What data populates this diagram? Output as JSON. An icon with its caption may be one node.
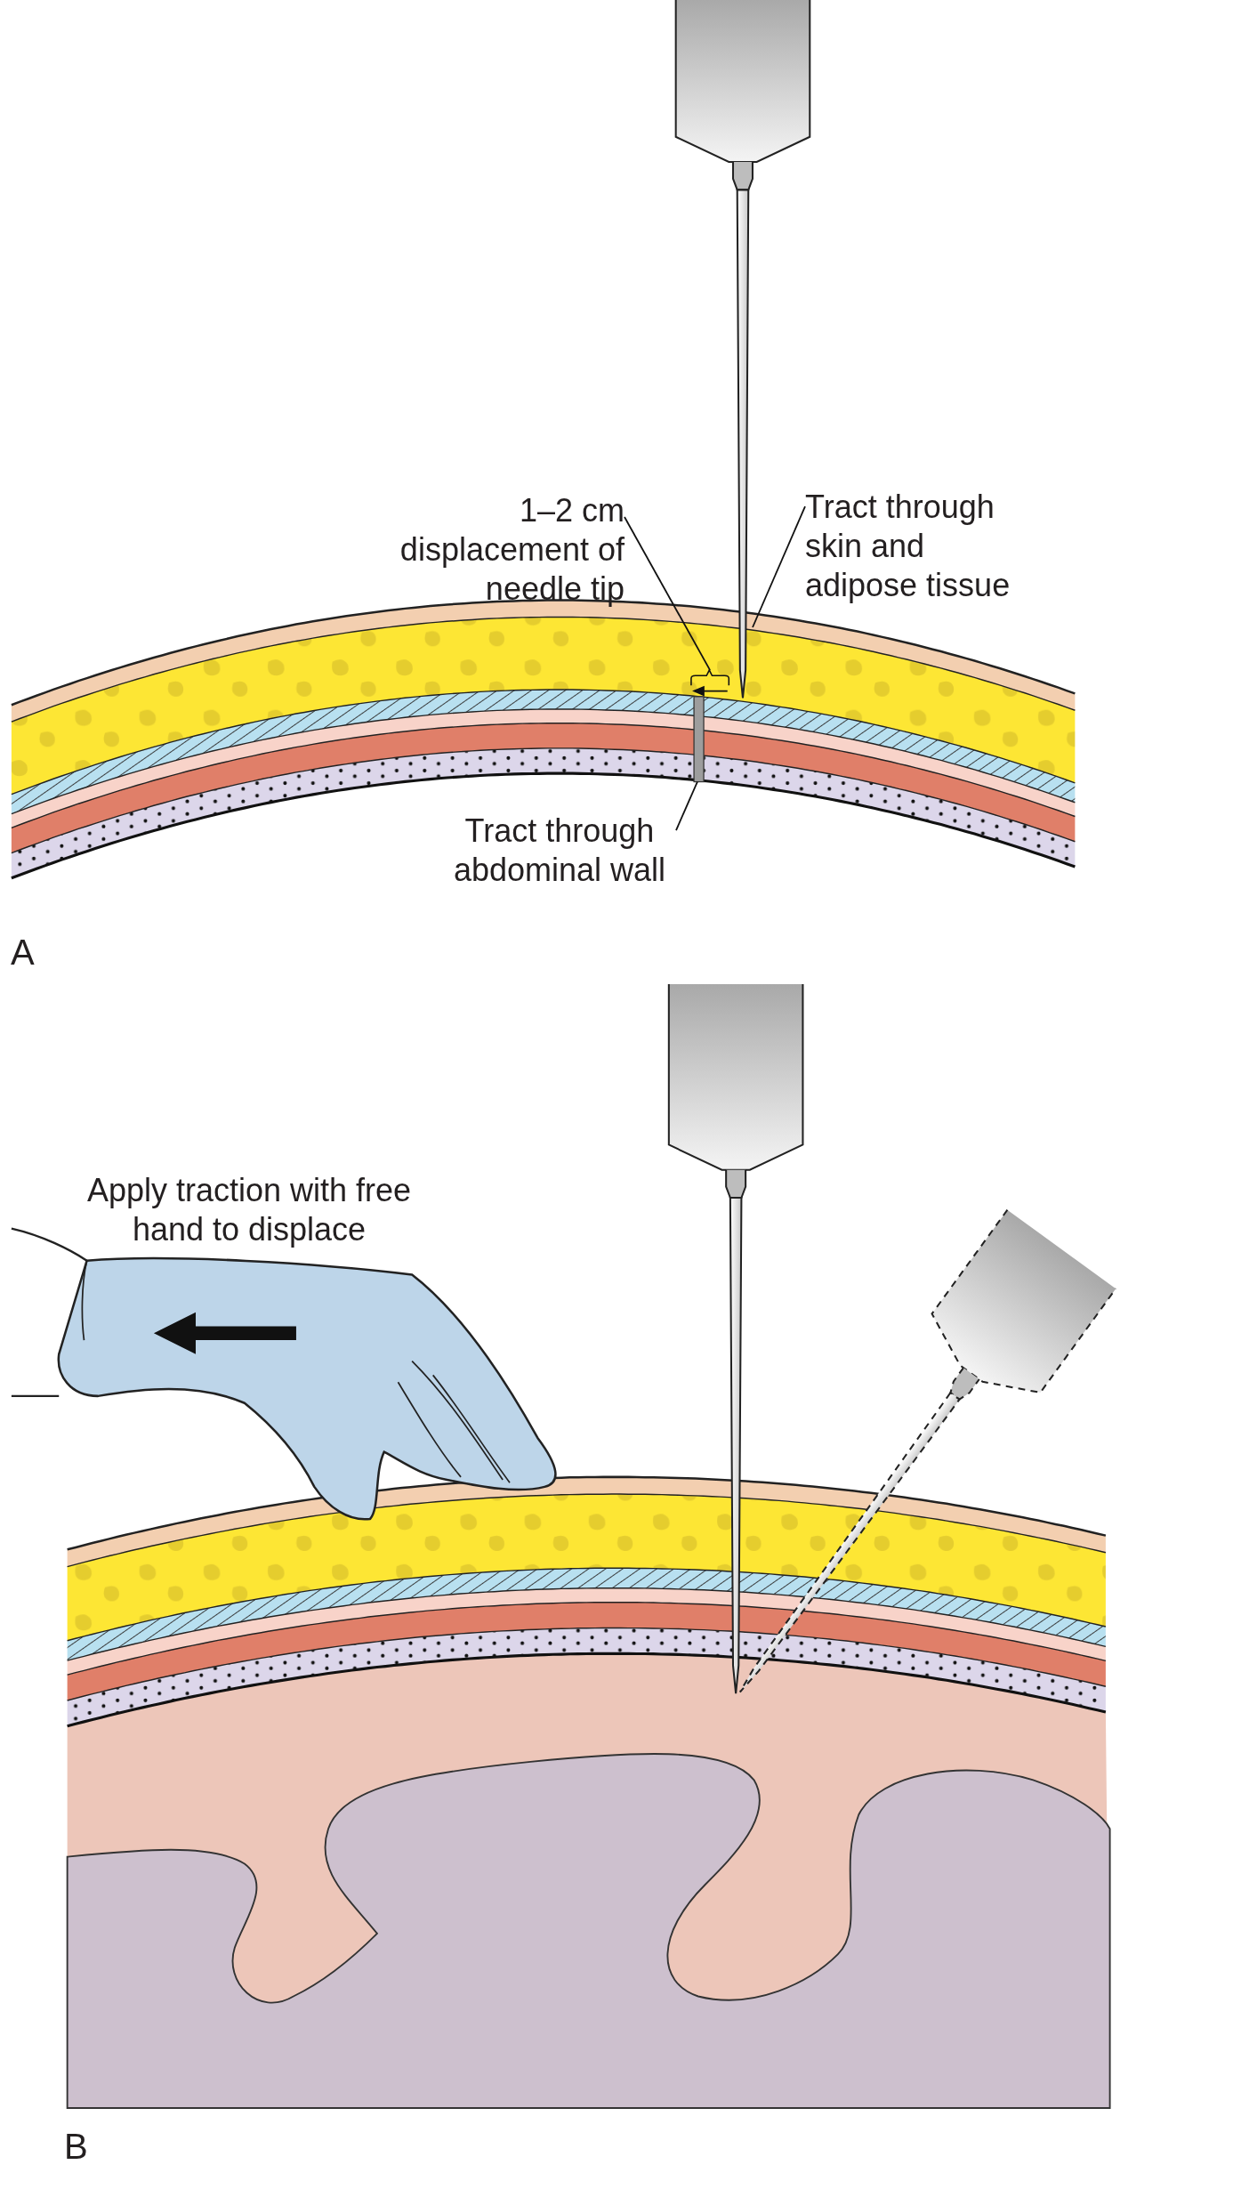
{
  "diagram": {
    "nodes": [
      {
        "text": [
          "1–2 cm displacement of needle tip"
        ]
      },
      {
        "text": [
          "Tract through skin and adipose tissue"
        ]
      },
      {
        "text": [
          "Tract through abdominal wall"
        ]
      },
      {
        "text": [],
        "shape": "bracket"
      },
      {
        "text": [],
        "shape": "bar"
      }
    ],
    "edges": [
      {
        "from": 0,
        "to": 3,
        "arrow": "none"
      },
      {
        "from": 1,
        "to": null,
        "arrow": "none"
      },
      {
        "from": 2,
        "to": 4,
        "arrow": "none"
      }
    ],
    "labels": [
      "A",
      "Apply traction with free hand to displace",
      "B"
    ]
  }
}
